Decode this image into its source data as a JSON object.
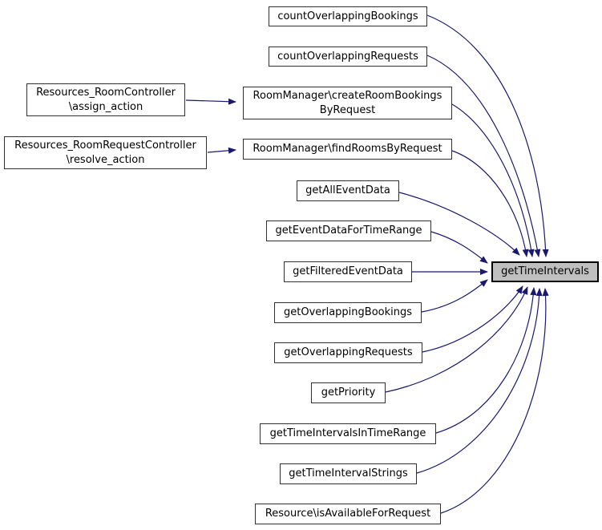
{
  "colors": {
    "edge": "#191970",
    "background": "#ffffff",
    "node_fill": "#ffffff",
    "node_border": "#303030",
    "target_fill": "#bfbfbf",
    "text": "#000000"
  },
  "nodes": {
    "countOverlappingBookings": {
      "lines": [
        "countOverlappingBookings"
      ]
    },
    "countOverlappingRequests": {
      "lines": [
        "countOverlappingRequests"
      ]
    },
    "assignAction": {
      "lines": [
        "Resources_RoomController",
        "\\assign_action"
      ]
    },
    "resolveAction": {
      "lines": [
        "Resources_RoomRequestController",
        "\\resolve_action"
      ]
    },
    "createRoomBookingsByRequest": {
      "lines": [
        "RoomManager\\createRoomBookings",
        "ByRequest"
      ]
    },
    "findRoomsByRequest": {
      "lines": [
        "RoomManager\\findRoomsByRequest"
      ]
    },
    "getAllEventData": {
      "lines": [
        "getAllEventData"
      ]
    },
    "getEventDataForTimeRange": {
      "lines": [
        "getEventDataForTimeRange"
      ]
    },
    "getFilteredEventData": {
      "lines": [
        "getFilteredEventData"
      ]
    },
    "getOverlappingBookings": {
      "lines": [
        "getOverlappingBookings"
      ]
    },
    "getOverlappingRequests": {
      "lines": [
        "getOverlappingRequests"
      ]
    },
    "getPriority": {
      "lines": [
        "getPriority"
      ]
    },
    "getTimeIntervalsInTimeRange": {
      "lines": [
        "getTimeIntervalsInTimeRange"
      ]
    },
    "getTimeIntervalStrings": {
      "lines": [
        "getTimeIntervalStrings"
      ]
    },
    "isAvailableForRequest": {
      "lines": [
        "Resource\\isAvailableForRequest"
      ]
    },
    "getTimeIntervals": {
      "lines": [
        "getTimeIntervals"
      ]
    }
  },
  "edges": {
    "callers_of_target": [
      "countOverlappingBookings",
      "countOverlappingRequests",
      "RoomManager\\createRoomBookingsByRequest",
      "RoomManager\\findRoomsByRequest",
      "getAllEventData",
      "getEventDataForTimeRange",
      "getFilteredEventData",
      "getOverlappingBookings",
      "getOverlappingRequests",
      "getPriority",
      "getTimeIntervalsInTimeRange",
      "getTimeIntervalStrings",
      "Resource\\isAvailableForRequest"
    ],
    "target": "getTimeIntervals",
    "static_calls": [
      {
        "from": "Resources_RoomController\\assign_action",
        "to": "RoomManager\\createRoomBookingsByRequest"
      },
      {
        "from": "Resources_RoomRequestController\\resolve_action",
        "to": "RoomManager\\findRoomsByRequest"
      }
    ]
  }
}
